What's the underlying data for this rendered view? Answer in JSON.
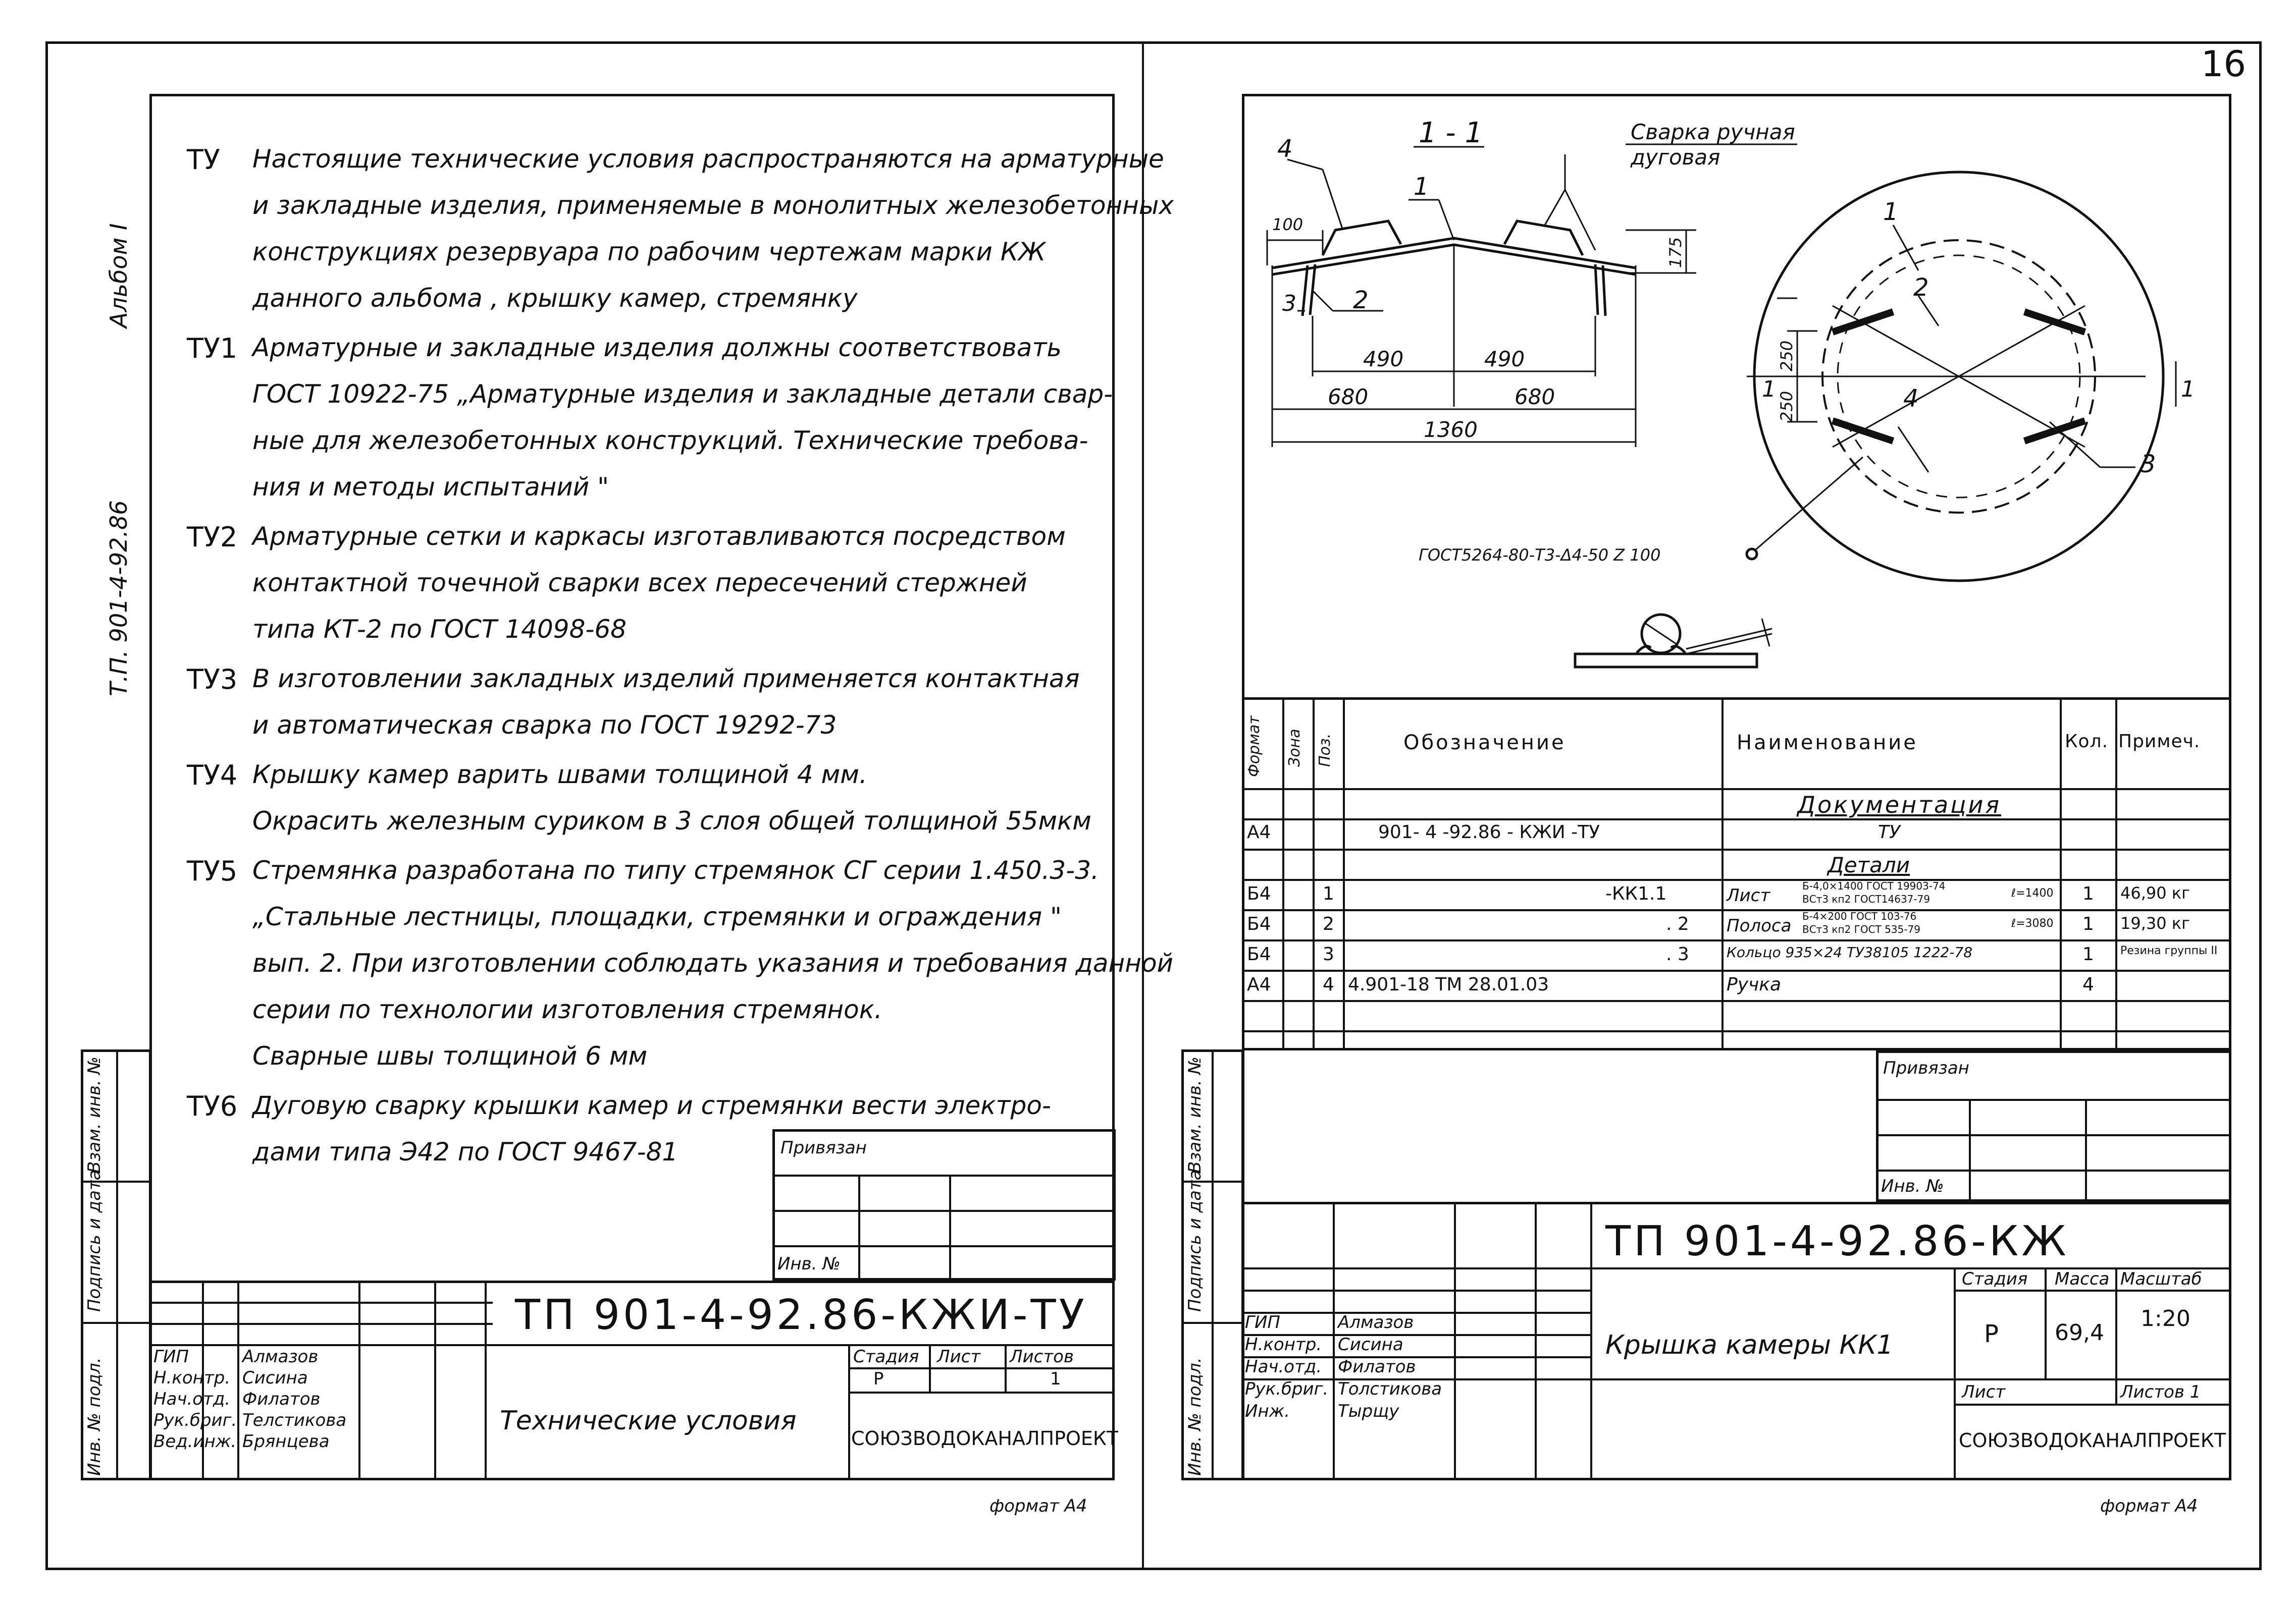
{
  "corner_mark": "16",
  "left_sheet": {
    "side_labels": {
      "album": "Альбом I",
      "project": "Т.П. 901-4-92.86"
    },
    "tu_items": [
      {
        "label": "ТУ",
        "lines": [
          "Настоящие технические условия распространяются на арматурные",
          "и закладные изделия, применяемые в монолитных железобетонных",
          "конструкциях  резервуара по рабочим чертежам марки КЖ",
          "данного альбома , крышку камер, стремянку"
        ]
      },
      {
        "label": "ТУ1",
        "lines": [
          "Арматурные и закладные изделия должны соответствовать",
          "ГОСТ 10922-75 „Арматурные изделия и закладные детали свар-",
          "ные для железобетонных конструкций. Технические требова-",
          "ния и методы испытаний \""
        ]
      },
      {
        "label": "ТУ2",
        "lines": [
          "Арматурные сетки и каркасы изготавливаются посредством",
          "контактной точечной сварки всех пересечений  стержней",
          "типа КТ-2 по ГОСТ 14098-68"
        ]
      },
      {
        "label": "ТУ3",
        "lines": [
          "В изготовлении закладных изделий применяется контактная",
          "и  автоматическая сварка по ГОСТ 19292-73"
        ]
      },
      {
        "label": "ТУ4",
        "lines": [
          "Крышку камер варить швами толщиной 4 мм.",
          "Окрасить железным суриком в 3 слоя общей толщиной 55мкм"
        ]
      },
      {
        "label": "ТУ5",
        "lines": [
          "Стремянка разработана по типу стремянок СГ серии 1.450.3-3.",
          "„Стальные лестницы, площадки, стремянки и ограждения \"",
          "вып. 2. При изготовлении соблюдать указания и требования данной",
          "серии по технологии изготовления стремянок.",
          "Сварные швы толщиной 6 мм"
        ]
      },
      {
        "label": "ТУ6",
        "lines": [
          "Дуговую сварку крышки камер и стремянки вести электро-",
          "дами  типа  Э42  по ГОСТ 9467-81"
        ]
      }
    ],
    "privyazan": "Привязан",
    "inv_no": "Инв. №",
    "left_strip": [
      "Взам. инв. №",
      "Подпись и дата",
      "Инв. № подл."
    ],
    "title_block": {
      "code": "ТП 901-4-92.86-КЖИ-ТУ",
      "title": "Технические условия",
      "stadia_h": "Стадия",
      "list_h": "Лист",
      "listov_h": "Листов",
      "stadia": "Р",
      "listov": "1",
      "org": "СОЮЗВОДОКАНАЛПРОЕКТ",
      "people": [
        {
          "role": "ГИП",
          "name": "Алмазов"
        },
        {
          "role": "Н.контр.",
          "name": "Сисина"
        },
        {
          "role": "Нач.отд.",
          "name": "Филатов"
        },
        {
          "role": "Рук.бриг.",
          "name": "Телстикова"
        },
        {
          "role": "Вед.инж.",
          "name": "Брянцева"
        }
      ]
    },
    "format": "формат А4"
  },
  "right_sheet": {
    "drawing": {
      "section_label": "1 - 1",
      "weld_note_1": "Сварка ручная",
      "weld_note_2": "дуговая",
      "dims": {
        "d100": "100",
        "d175": "175",
        "d490a": "490",
        "d490b": "490",
        "d680a": "680",
        "d680b": "680",
        "d1360": "1360",
        "d250a": "250",
        "d250b": "250"
      },
      "weld_gost": "ГОСТ5264-80-Т3-Δ4-50 Z 100",
      "pos_labels": [
        "1",
        "2",
        "3",
        "4"
      ],
      "section_mark": "1"
    },
    "spec": {
      "headers": {
        "format": "Формат",
        "zona": "Зона",
        "poz": "Поз.",
        "oboz": "Обозначение",
        "naim": "Наименование",
        "kol": "Кол.",
        "prim": "Примеч."
      },
      "section_doc": "Документация",
      "section_det": "Детали",
      "rows": [
        {
          "format": "А4",
          "poz": "",
          "oboz": "901- 4 -92.86 - КЖИ -ТУ",
          "naim": "ТУ",
          "kol": "",
          "prim": ""
        },
        {
          "format": "Б4",
          "poz": "1",
          "oboz": "-КК1.1",
          "naim": "Лист",
          "naim_sm1": "Б-4,0×1400 ГОСТ 19903-74",
          "naim_sm2": "ВСт3 кп2 ГОСТ14637-79",
          "naim_sm3": "ℓ=1400",
          "kol": "1",
          "prim": "46,90 кг"
        },
        {
          "format": "Б4",
          "poz": "2",
          "oboz": ". 2",
          "naim": "Полоса",
          "naim_sm1": "Б-4×200 ГОСТ 103-76",
          "naim_sm2": "ВСт3 кп2 ГОСТ 535-79",
          "naim_sm3": "ℓ=3080",
          "kol": "1",
          "prim": "19,30 кг"
        },
        {
          "format": "Б4",
          "poz": "3",
          "oboz": ". 3",
          "naim": "Кольцо 935×24 ТУ38105 1222-78",
          "kol": "1",
          "prim": "Резина группы II"
        },
        {
          "format": "А4",
          "poz": "4",
          "oboz": "4.901-18      ТМ 28.01.03",
          "naim": "Ручка",
          "kol": "4",
          "prim": ""
        }
      ]
    },
    "privyazan": "Привязан",
    "inv_no": "Инв. №",
    "left_strip": [
      "Взам. инв. №",
      "Подпись и дата",
      "Инв. № подл."
    ],
    "title_block": {
      "code": "ТП 901-4-92.86-КЖ",
      "title": "Крышка камеры КК1",
      "stadia_h": "Стадия",
      "massa_h": "Масса",
      "masshtab_h": "Масштаб",
      "stadia": "Р",
      "massa": "69,4",
      "masshtab": "1:20",
      "list_h": "Лист",
      "listov_h": "Листов 1",
      "org": "СОЮЗВОДОКАНАЛПРОЕКТ",
      "people": [
        {
          "role": "ГИП",
          "name": "Алмазов"
        },
        {
          "role": "Н.контр.",
          "name": "Сисина"
        },
        {
          "role": "Нач.отд.",
          "name": "Филатов"
        },
        {
          "role": "Рук.бриг.",
          "name": "Толстикова"
        },
        {
          "role": "Инж.",
          "name": "Тырщу"
        }
      ]
    },
    "format": "формат А4"
  }
}
